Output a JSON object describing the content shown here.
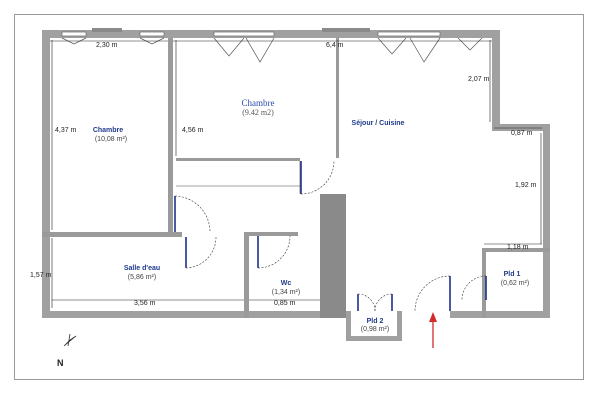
{
  "rooms": {
    "chambre1": {
      "name": "Chambre",
      "area": "(10,08 m²)"
    },
    "chambre2": {
      "name": "Chambre",
      "area": "(9.42 m2)"
    },
    "sejour": {
      "name": "Séjour / Cuisine"
    },
    "salle_eau": {
      "name": "Salle d'eau",
      "area": "(5,86 m²)"
    },
    "wc": {
      "name": "Wc",
      "area": "(1,34 m²)"
    },
    "pld1": {
      "name": "Pld 1",
      "area": "(0,62 m²)"
    },
    "pld2": {
      "name": "Pld 2",
      "area": "(0,98 m²)"
    }
  },
  "dimensions": {
    "top_left": "2,30 m",
    "top_mid": "6,4 m",
    "right_top": "2,07 m",
    "right_step": "0,87 m",
    "right_mid": "1,92 m",
    "right_low": "1,18 m",
    "chambre1_height": "4,37 m",
    "chambre2_height": "4,56 m",
    "left_low": "1,57 m",
    "bottom_left": "3,56 m",
    "bottom_wc": "0,85 m"
  },
  "compass": {
    "label": "N"
  },
  "colors": {
    "wall": "#9e9e9e",
    "wall_dark": "#7a7a7a",
    "door": "#1f2f8a",
    "arrow": "#d42a2a",
    "column": "#888888"
  }
}
